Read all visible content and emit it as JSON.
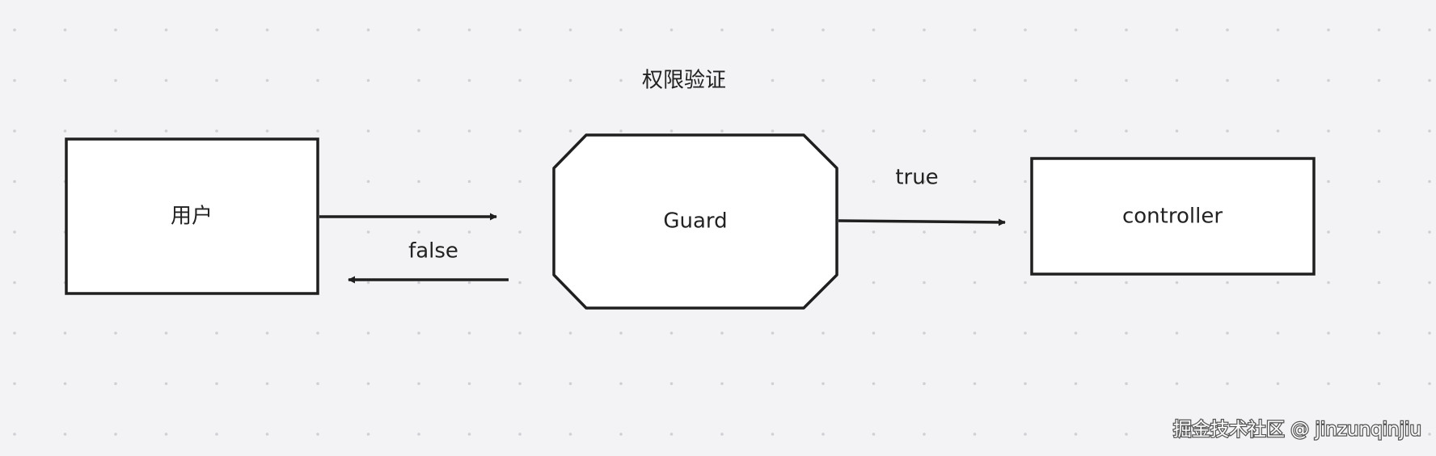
{
  "diagram": {
    "title": "权限验证",
    "nodes": {
      "user": {
        "label": "用户",
        "shape": "rectangle"
      },
      "guard": {
        "label": "Guard",
        "shape": "octagon"
      },
      "controller": {
        "label": "controller",
        "shape": "rectangle"
      }
    },
    "edges": [
      {
        "from": "user",
        "to": "guard",
        "label": ""
      },
      {
        "from": "guard",
        "to": "user",
        "label": "false"
      },
      {
        "from": "guard",
        "to": "controller",
        "label": "true"
      }
    ]
  },
  "watermark": "掘金技术社区 @ jinzunqinjiu",
  "colors": {
    "background": "#f3f3f5",
    "grid_dot": "#cfcfd4",
    "node_fill": "#ffffff",
    "stroke": "#1f1f1f"
  }
}
